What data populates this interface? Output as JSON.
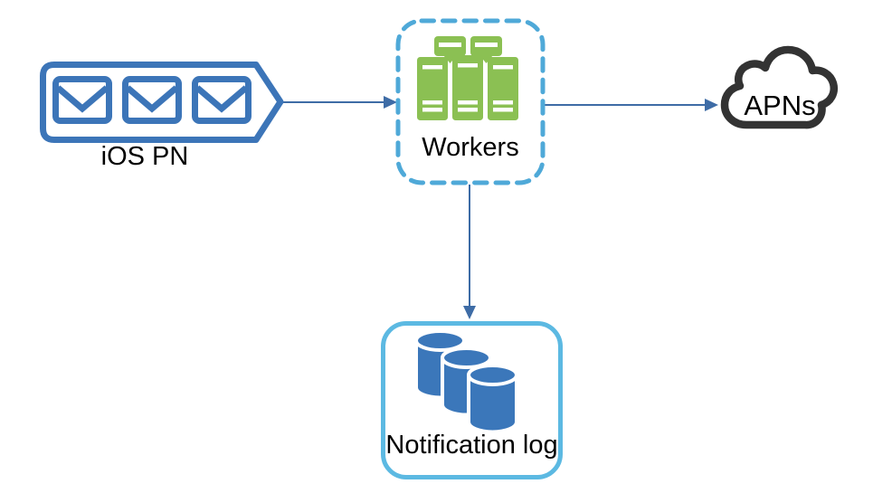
{
  "diagram": {
    "background": "#ffffff",
    "nodes": {
      "queue": {
        "label": "iOS PN",
        "icon": "message-queue",
        "envelope_count": 3
      },
      "workers": {
        "label": "Workers",
        "icon": "server-cluster",
        "border_style": "dashed"
      },
      "apns": {
        "label": "APNs",
        "icon": "cloud"
      },
      "notification_log": {
        "label": "Notification log",
        "icon": "database-stack",
        "cylinder_count": 3
      }
    },
    "edges": [
      {
        "from": "queue",
        "to": "workers"
      },
      {
        "from": "workers",
        "to": "apns"
      },
      {
        "from": "workers",
        "to": "notification_log"
      }
    ],
    "colors": {
      "primary_blue": "#3C75B8",
      "cylinder_blue": "#3B77BA",
      "dashed_border_blue": "#4FA9D8",
      "log_box_border_blue": "#5CB9E2",
      "server_green": "#8BC053",
      "arrow_blue": "#3E6CA6",
      "cloud_stroke": "#333333",
      "label_text": "#000000"
    }
  }
}
